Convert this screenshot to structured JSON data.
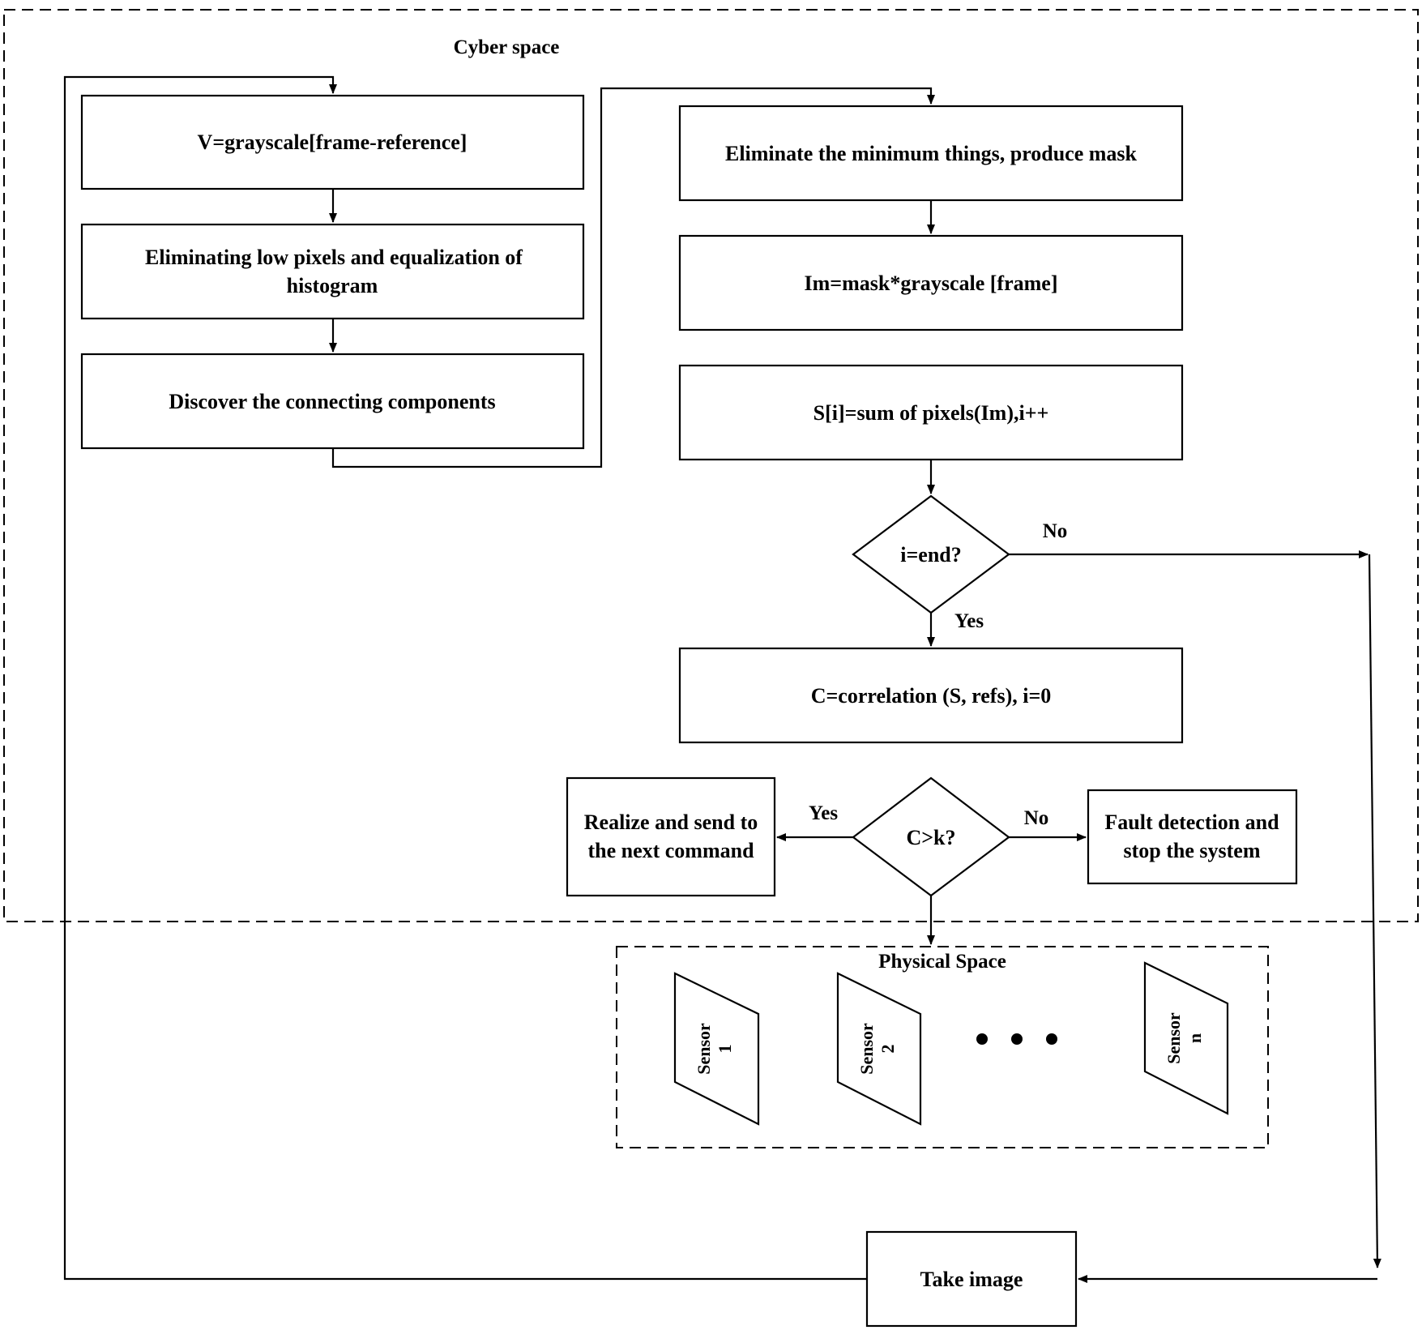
{
  "regions": {
    "cyber_label": "Cyber space",
    "physical_label": "Physical Space"
  },
  "boxes": {
    "grayscale_diff": "V=grayscale[frame-reference]",
    "eliminate_low_line1": "Eliminating low pixels and equalization of",
    "eliminate_low_line2": "histogram",
    "connecting_components": "Discover the connecting components",
    "eliminate_min": "Eliminate the minimum things, produce mask",
    "im_mask": "Im=mask*grayscale [frame]",
    "sum_pixels": "S[i]=sum of pixels(Im),i++",
    "correlation": "C=correlation (S, refs), i=0",
    "realize_line1": "Realize and send to",
    "realize_line2": "the next command",
    "fault_line1": "Fault detection and",
    "fault_line2": "stop the system",
    "take_image": "Take image"
  },
  "decisions": {
    "end_check": "i=end?",
    "threshold_check": "C>k?"
  },
  "edge_labels": {
    "end_no": "No",
    "end_yes": "Yes",
    "threshold_yes": "Yes",
    "threshold_no": "No"
  },
  "sensors": [
    {
      "word": "Sensor",
      "index": "1"
    },
    {
      "word": "Sensor",
      "index": "2"
    },
    {
      "word": "Sensor",
      "index": "n"
    }
  ]
}
